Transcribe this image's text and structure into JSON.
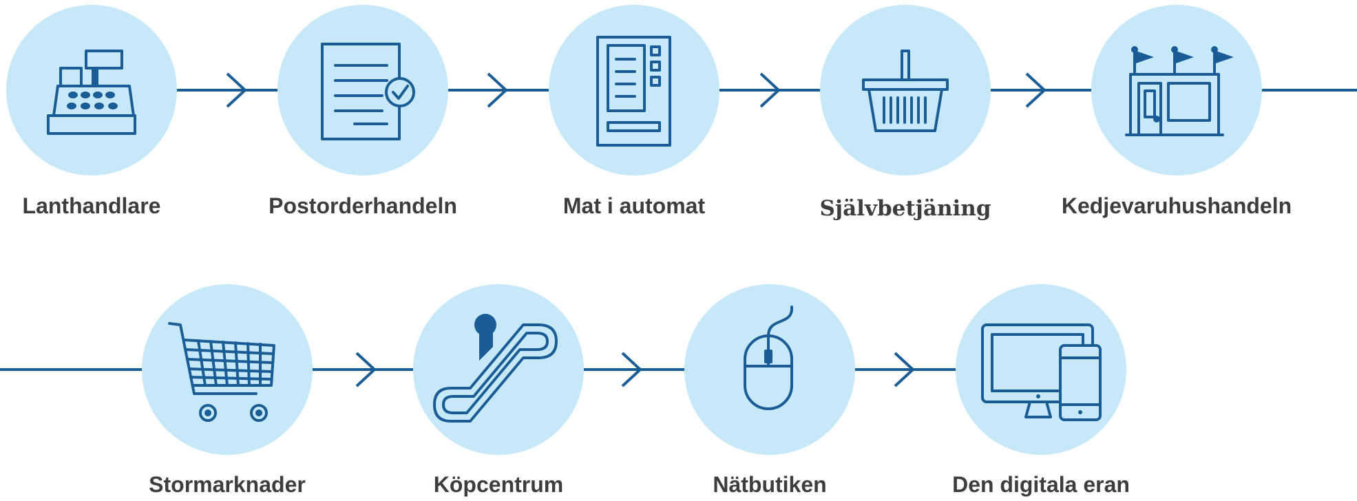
{
  "colors": {
    "circle": "#c6e8f8",
    "line": "#1a5d96",
    "text": "#3d3d3d"
  },
  "steps": [
    {
      "label": "Lanthandlare",
      "icon": "cash-register-icon"
    },
    {
      "label": "Postorderhandeln",
      "icon": "order-document-check-icon"
    },
    {
      "label": "Mat i automat",
      "icon": "vending-machine-icon"
    },
    {
      "label": "Självbetjäning",
      "icon": "shopping-basket-icon"
    },
    {
      "label": "Kedjevaruhushandeln",
      "icon": "storefront-flags-icon"
    },
    {
      "label": "Stormarknader",
      "icon": "shopping-cart-icon"
    },
    {
      "label": "Köpcentrum",
      "icon": "escalator-icon"
    },
    {
      "label": "Nätbutiken",
      "icon": "computer-mouse-icon"
    },
    {
      "label": "Den digitala eran",
      "icon": "monitor-phone-icon"
    }
  ]
}
